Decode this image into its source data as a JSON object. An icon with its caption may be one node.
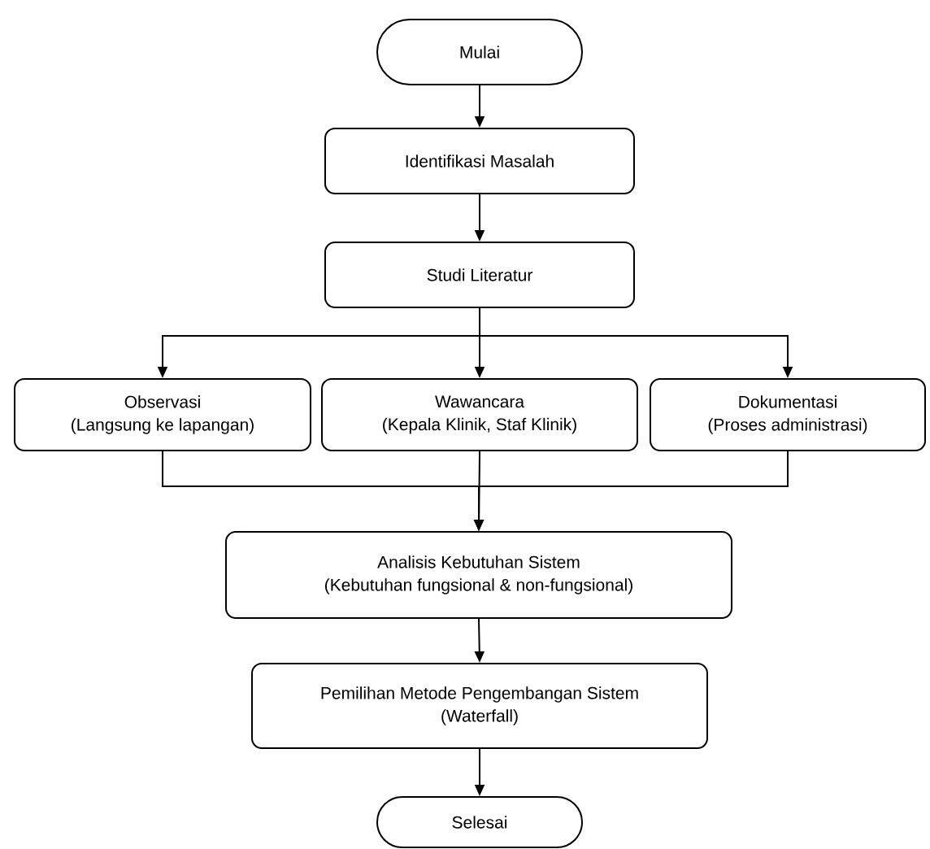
{
  "diagram": {
    "nodes": [
      {
        "text": [
          "Mulai"
        ]
      },
      {
        "text": [
          "Identifikasi Masalah"
        ]
      },
      {
        "text": [
          "Studi Literatur"
        ]
      },
      {
        "text": [
          "Observasi",
          "(Langsung ke lapangan)"
        ]
      },
      {
        "text": [
          "Wawancara",
          "(Kepala Klinik, Staf Klinik)"
        ]
      },
      {
        "text": [
          "Dokumentasi",
          "(Proses administrasi)"
        ]
      },
      {
        "text": [
          "Analisis Kebutuhan Sistem",
          "(Kebutuhan fungsional & non-fungsional)"
        ]
      },
      {
        "text": [
          "Pemilihan Metode Pengembangan Sistem",
          "(Waterfall)"
        ]
      },
      {
        "text": [
          "Selesai"
        ]
      }
    ],
    "edges": [
      {
        "from": 0,
        "to": 1,
        "arrow": "to"
      },
      {
        "from": 1,
        "to": 2,
        "arrow": "to"
      },
      {
        "from": 2,
        "to": 3,
        "arrow": "to"
      },
      {
        "from": 2,
        "to": 4,
        "arrow": "to"
      },
      {
        "from": 2,
        "to": 5,
        "arrow": "to"
      },
      {
        "from": 3,
        "to": 6,
        "arrow": "to"
      },
      {
        "from": 4,
        "to": 6,
        "arrow": "to"
      },
      {
        "from": 5,
        "to": 6,
        "arrow": "to"
      },
      {
        "from": 6,
        "to": 7,
        "arrow": "to"
      },
      {
        "from": 7,
        "to": 8,
        "arrow": "to"
      }
    ]
  }
}
